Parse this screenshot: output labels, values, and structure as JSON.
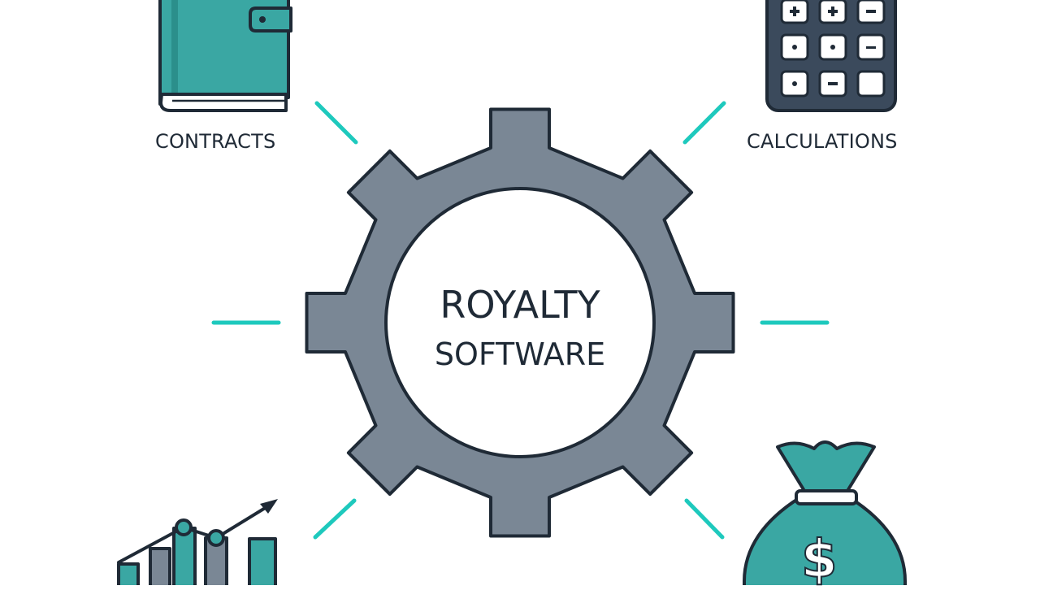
{
  "center": {
    "line1": "ROYALTY",
    "line2": "SOFTWARE",
    "icon": "gear-icon"
  },
  "nodes": {
    "contracts": {
      "label": "CONTRACTS",
      "icon": "book-icon"
    },
    "calculations": {
      "label": "CALCULATIONS",
      "icon": "calculator-icon"
    },
    "analytics": {
      "icon": "bar-chart-icon"
    },
    "payments": {
      "icon": "money-bag-icon"
    }
  },
  "colors": {
    "teal": "#3aa7a3",
    "connector": "#1ec9bd",
    "gear": "#7a8795",
    "outline": "#1f2a36"
  }
}
